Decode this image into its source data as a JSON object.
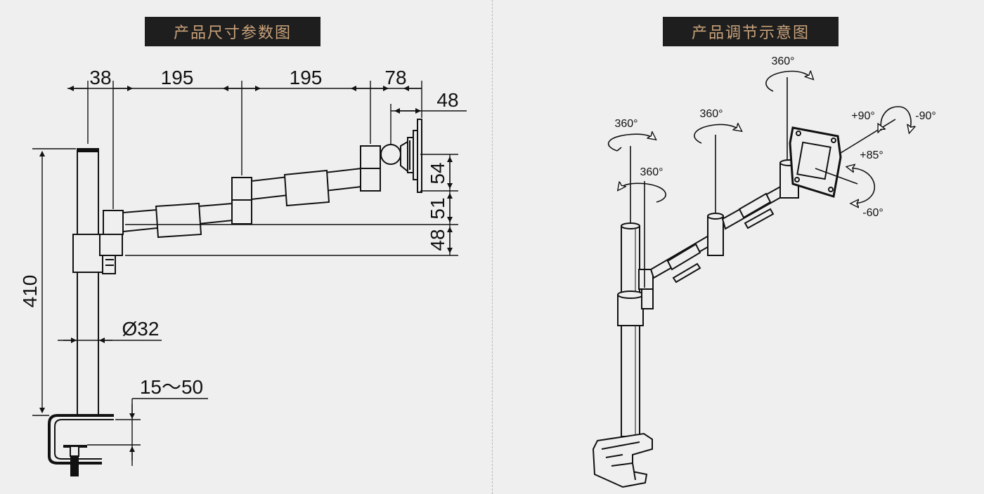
{
  "titles": {
    "dimensions": "产品尺寸参数图",
    "adjustment": "产品调节示意图"
  },
  "dimensions": {
    "segments": [
      "38",
      "195",
      "195",
      "78"
    ],
    "plate_depth": "48",
    "right_heights": [
      "54",
      "51",
      "48"
    ],
    "height": "410",
    "diameter": "Ø32",
    "clamp_range": "15～50"
  },
  "adjustment": {
    "pole_rotation": "360°",
    "pole_lower_rotation": "360°",
    "elbow_rotation": "360°",
    "head_rotation": "360°",
    "tilt_up": "+90°",
    "tilt_down": "-90°",
    "pitch_up": "+85°",
    "pitch_down": "-60°"
  },
  "colors": {
    "badge_bg": "#1e1e1e",
    "badge_text": "#c9a27a",
    "background": "#efefef"
  }
}
